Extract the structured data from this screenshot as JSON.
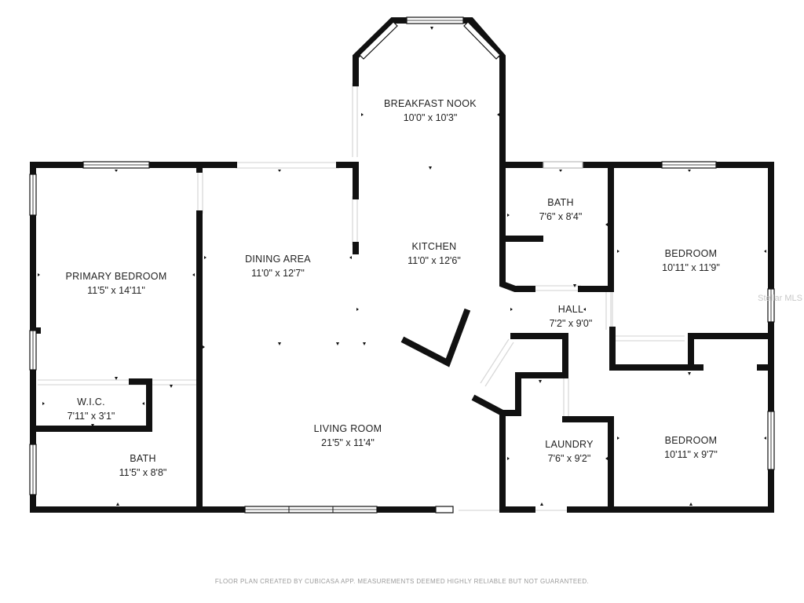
{
  "rooms": {
    "breakfast_nook": {
      "name": "BREAKFAST NOOK",
      "dim": "10'0\" x 10'3\""
    },
    "kitchen": {
      "name": "KITCHEN",
      "dim": "11'0\" x 12'6\""
    },
    "dining_area": {
      "name": "DINING AREA",
      "dim": "11'0\" x 12'7\""
    },
    "primary_bedroom": {
      "name": "PRIMARY BEDROOM",
      "dim": "11'5\" x 14'11\""
    },
    "wic": {
      "name": "W.I.C.",
      "dim": "7'11\" x 3'1\""
    },
    "primary_bath": {
      "name": "BATH",
      "dim": "11'5\" x 8'8\""
    },
    "living_room": {
      "name": "LIVING ROOM",
      "dim": "21'5\" x 11'4\""
    },
    "bath": {
      "name": "BATH",
      "dim": "7'6\" x 8'4\""
    },
    "hall": {
      "name": "HALL",
      "dim": "7'2\" x 9'0\""
    },
    "laundry": {
      "name": "LAUNDRY",
      "dim": "7'6\" x 9'2\""
    },
    "bedroom_1": {
      "name": "BEDROOM",
      "dim": "10'11\" x 11'9\""
    },
    "bedroom_2": {
      "name": "BEDROOM",
      "dim": "10'11\" x 9'7\""
    }
  },
  "disclaimer": "FLOOR PLAN CREATED BY CUBICASA APP. MEASUREMENTS DEEMED HIGHLY RELIABLE BUT NOT GUARANTEED.",
  "watermark": "Stellar MLS",
  "colors": {
    "wall": "#111111",
    "opening": "#d9d9d9",
    "text": "#222222"
  }
}
